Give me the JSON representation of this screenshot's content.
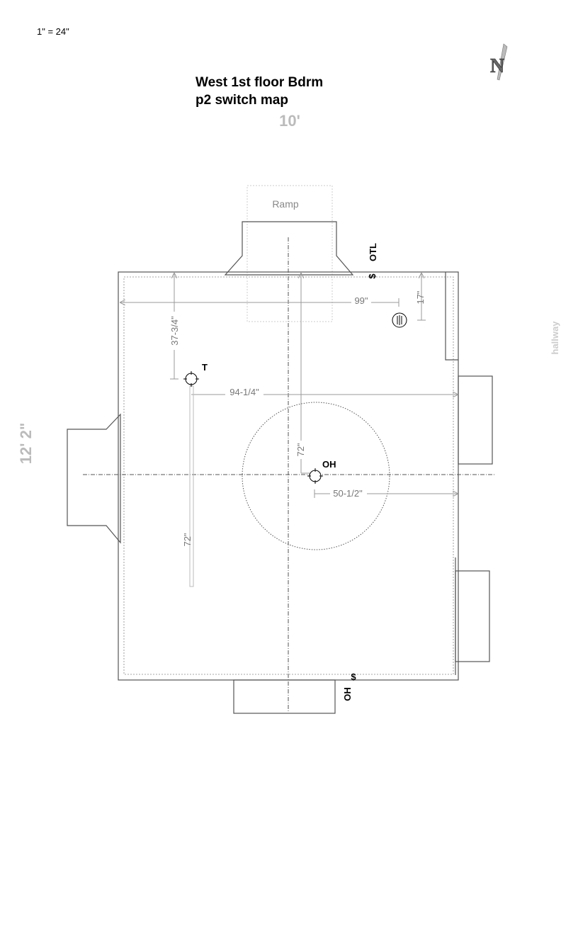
{
  "scale": "1\" = 24\"",
  "title": {
    "line1": "West 1st floor Bdrm",
    "line2": "p2 switch map"
  },
  "room": {
    "width_label": "10'",
    "height_label": "12' 2\""
  },
  "labels": {
    "ramp": "Ramp",
    "hallway": "hallway",
    "switch_symbol": "$",
    "otl": "OTL",
    "oh": "OH",
    "t": "T",
    "fixture_oh": "OH"
  },
  "dimensions": {
    "d99": "99\"",
    "d17": "17\"",
    "d37": "37-3/4\"",
    "d94": "94-1/4\"",
    "d72a": "72\"",
    "d72b": "72\"",
    "d50": "50-1/2\""
  },
  "north_arrow": "N"
}
